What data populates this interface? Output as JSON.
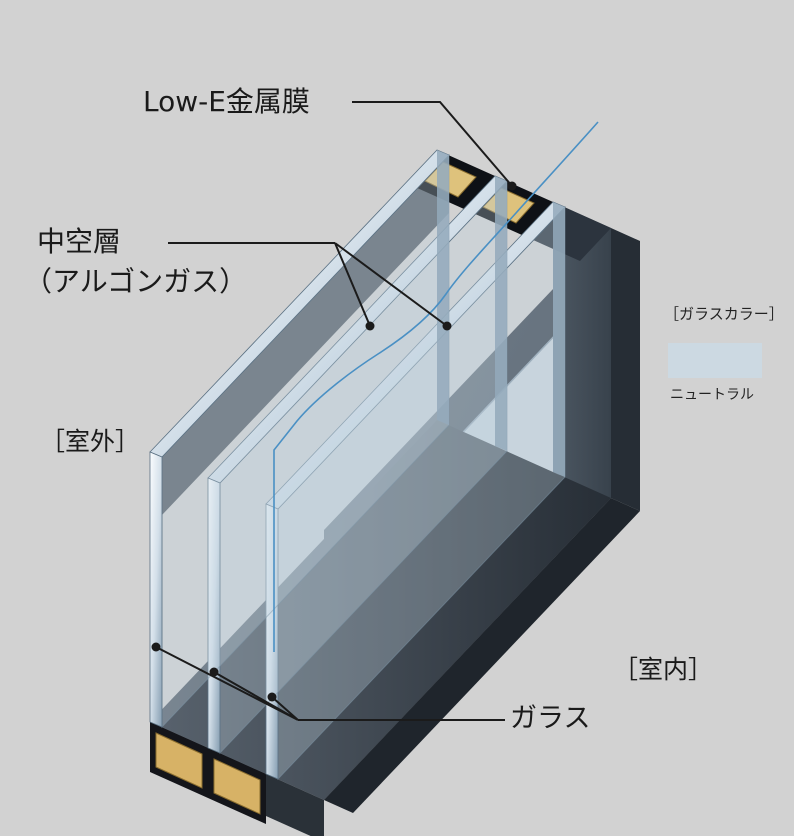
{
  "diagram": {
    "type": "triple-glazing-cross-section",
    "background_color": "#d2d2d2",
    "labels": {
      "low_e_film": "Low-E金属膜",
      "air_layer": "中空層",
      "air_layer_sub": "（アルゴンガス）",
      "outdoor": "［室外］",
      "indoor": "［室内］",
      "glass": "ガラス"
    },
    "legend": {
      "title": "［ガラスカラー］",
      "swatch_color": "#ccd9e2",
      "color_name": "ニュートラル"
    },
    "colors": {
      "frame_dark": "#3f4854",
      "spacer_gold": "#d7b266",
      "low_e_line_blue": "#4a90c4",
      "glass_tint": "#c2d3e0"
    }
  }
}
